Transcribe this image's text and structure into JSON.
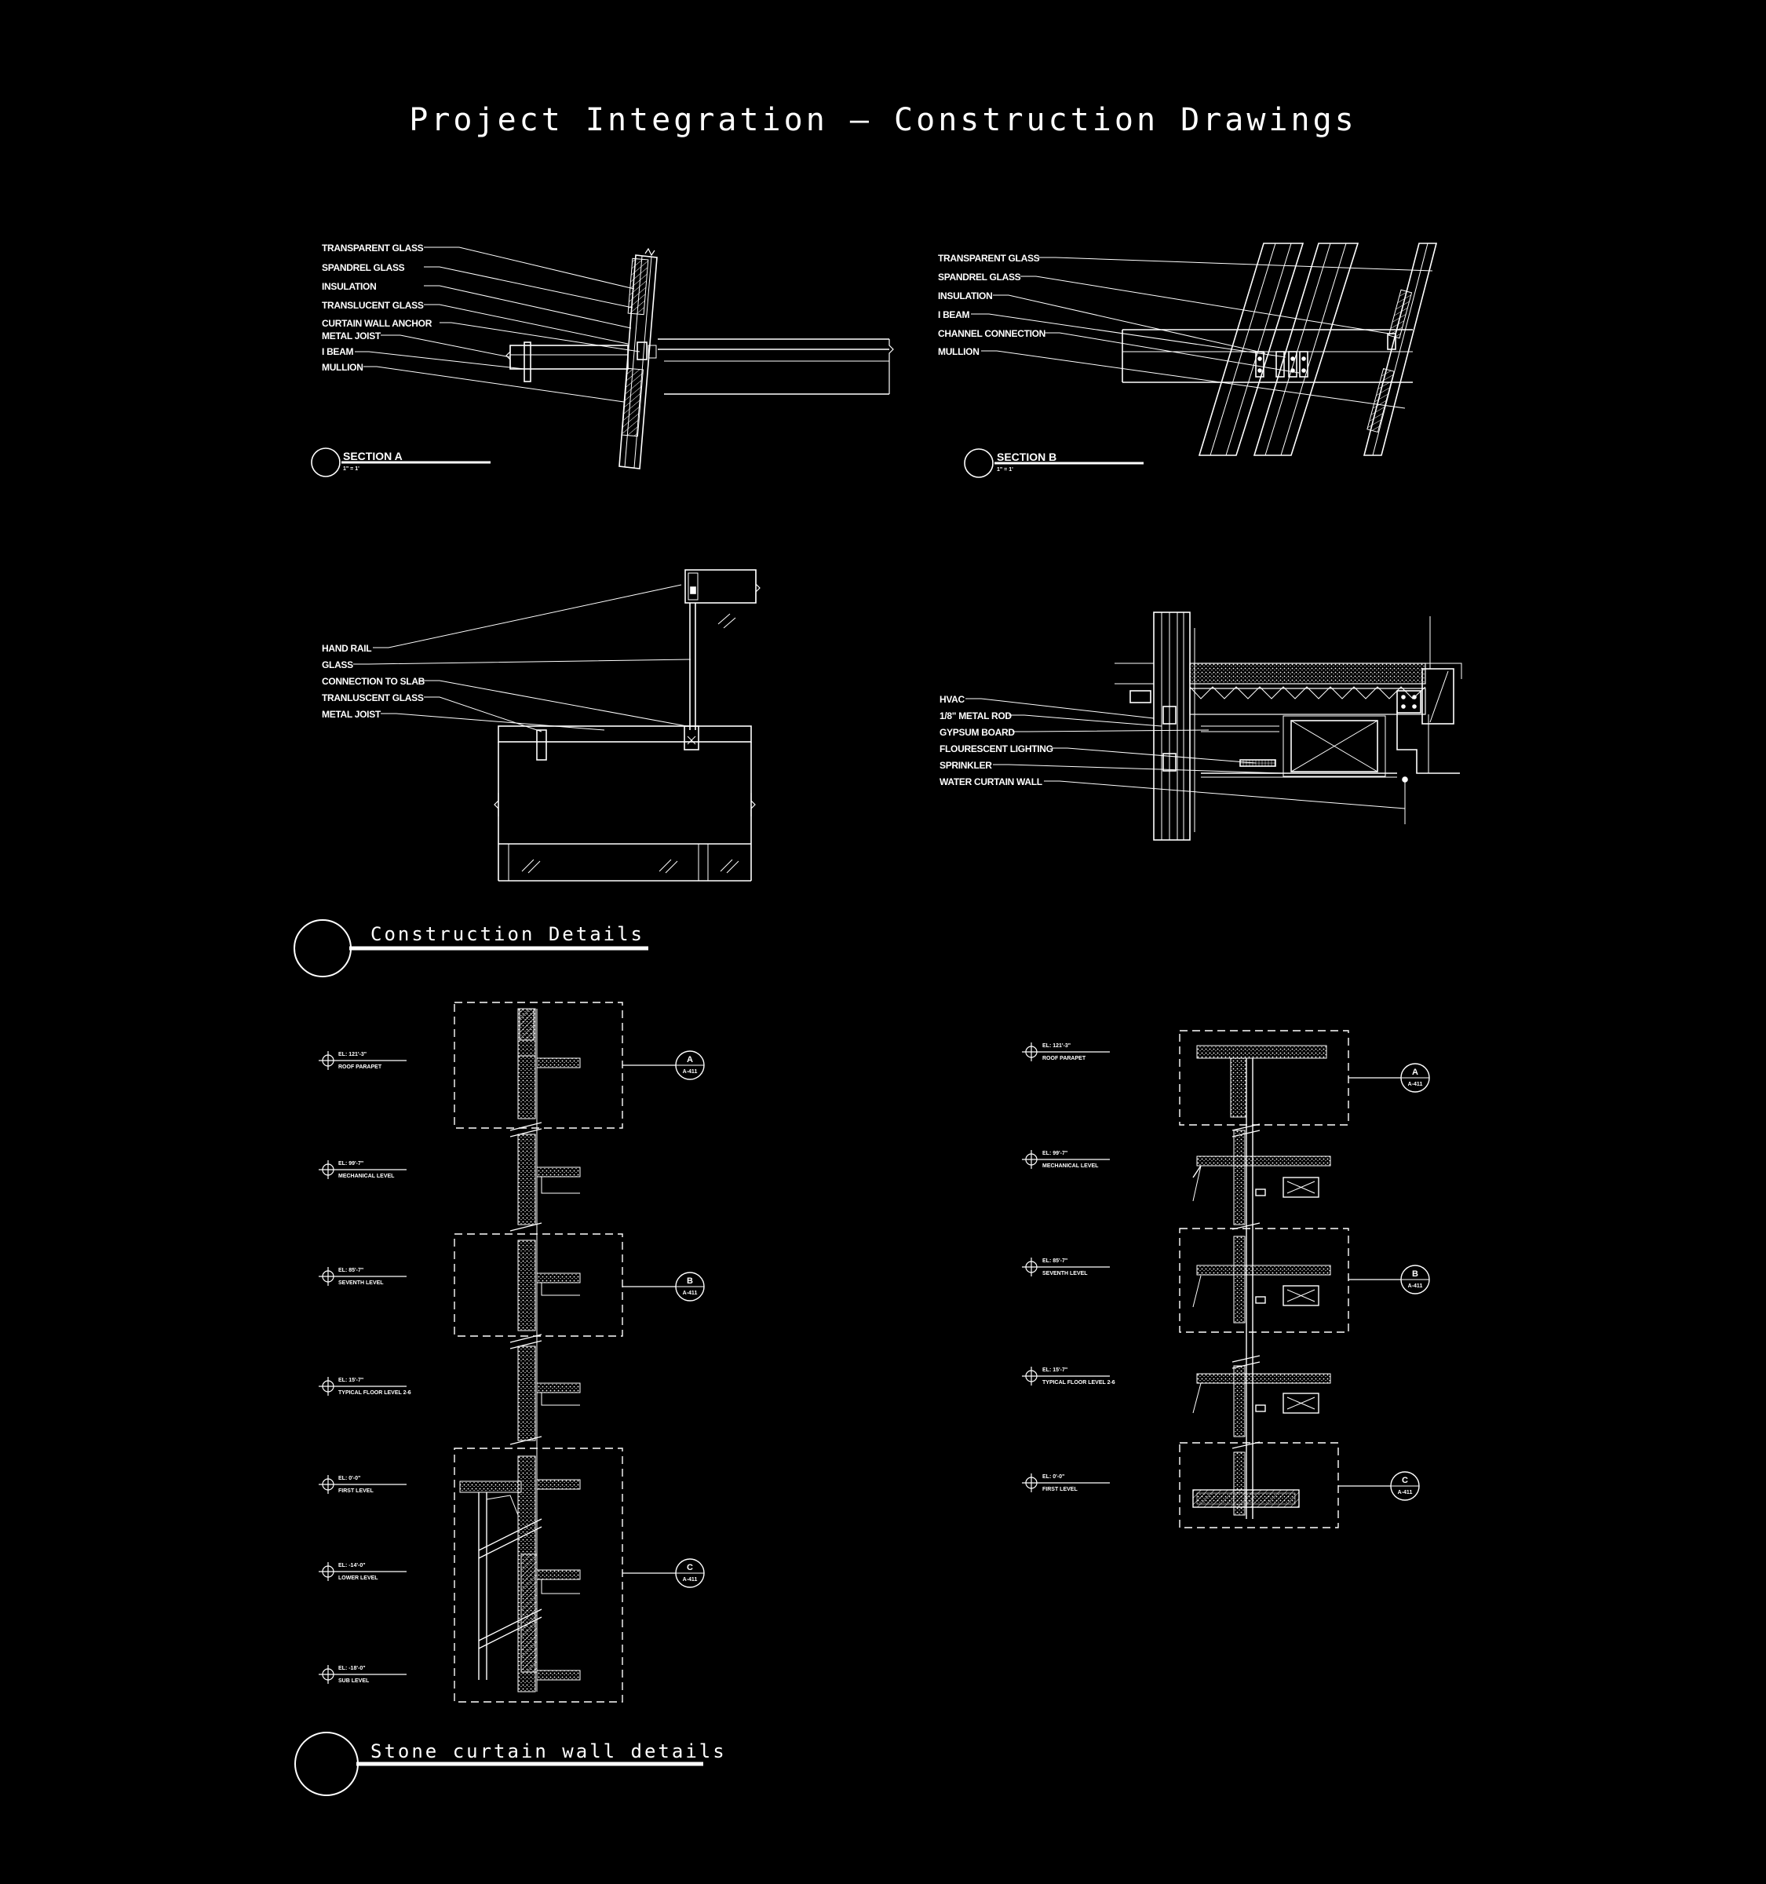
{
  "title": "Project Integration – Construction Drawings",
  "section_a": {
    "name": "SECTION A",
    "scale": "1\" = 1'",
    "labels": [
      "TRANSPARENT GLASS",
      "SPANDREL GLASS",
      "INSULATION",
      "TRANSLUCENT GLASS",
      "CURTAIN WALL ANCHOR",
      "METAL JOIST",
      "I BEAM",
      "MULLION"
    ]
  },
  "section_b": {
    "name": "SECTION B",
    "scale": "1\" = 1'",
    "labels": [
      "TRANSPARENT GLASS",
      "SPANDREL GLASS",
      "INSULATION",
      "I BEAM",
      "CHANNEL CONNECTION",
      "MULLION"
    ]
  },
  "railing_detail": {
    "labels": [
      "HAND RAIL",
      "GLASS",
      "CONNECTION TO SLAB",
      "TRANLUSCENT GLASS",
      "METAL JOIST"
    ]
  },
  "ceiling_detail": {
    "labels": [
      "HVAC",
      "1/8\" METAL ROD",
      "GYPSUM BOARD",
      "FLOURESCENT LIGHTING",
      "SPRINKLER",
      "WATER CURTAIN WALL"
    ]
  },
  "construction_details_heading": "Construction Details",
  "stone_heading": "Stone curtain wall details",
  "left_levels": [
    {
      "el": "EL: 121'-3\"",
      "name": "ROOF PARAPET"
    },
    {
      "el": "EL: 99'-7\"",
      "name": "MECHANICAL LEVEL"
    },
    {
      "el": "EL: 85'-7\"",
      "name": "SEVENTH LEVEL"
    },
    {
      "el": "EL: 15'-7\"",
      "name": "TYPICAL FLOOR LEVEL 2-6"
    },
    {
      "el": "EL: 0'-0\"",
      "name": "FIRST LEVEL"
    },
    {
      "el": "EL: -14'-0\"",
      "name": "LOWER LEVEL"
    },
    {
      "el": "EL: -18'-0\"",
      "name": "SUB LEVEL"
    }
  ],
  "right_levels": [
    {
      "el": "EL: 121'-3\"",
      "name": "ROOF PARAPET"
    },
    {
      "el": "EL: 99'-7\"",
      "name": "MECHANICAL LEVEL"
    },
    {
      "el": "EL: 85'-7\"",
      "name": "SEVENTH LEVEL"
    },
    {
      "el": "EL: 15'-7\"",
      "name": "TYPICAL FLOOR LEVEL 2-6"
    },
    {
      "el": "EL: 0'-0\"",
      "name": "FIRST LEVEL"
    }
  ],
  "detail_bubbles": {
    "a": "A",
    "b": "B",
    "c": "C",
    "sheet": "A-411"
  },
  "colors": {
    "background": "#000000",
    "linework": "#ffffff"
  }
}
